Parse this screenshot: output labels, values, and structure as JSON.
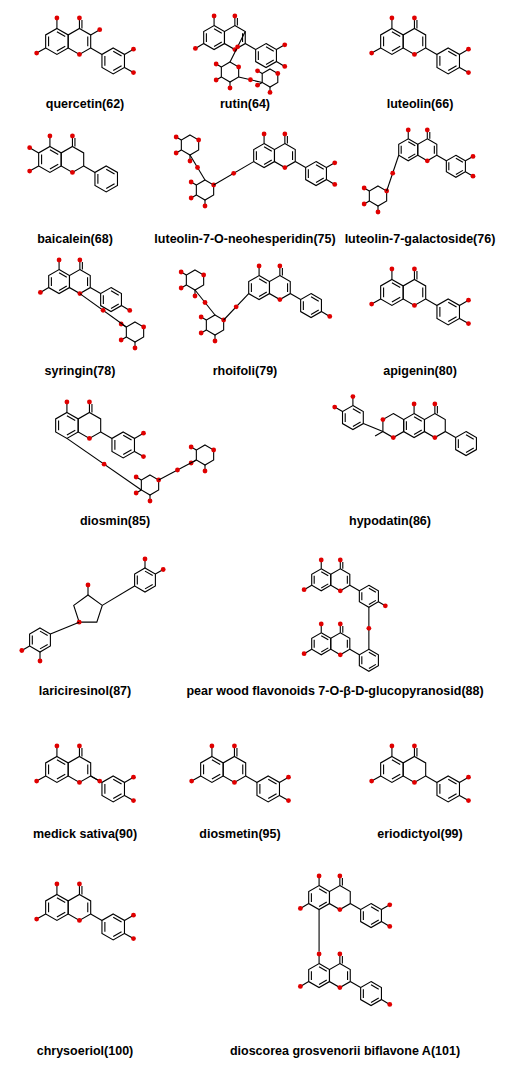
{
  "diagram": {
    "labels": [
      "quercetin(62)",
      "rutin(64)",
      "luteolin(66)",
      "baicalein(68)",
      "luteolin-7-O-neohesperidin(75)",
      "luteolin-7-galactoside(76)",
      "syringin(78)",
      "rhoifoli(79)",
      "apigenin(80)",
      "diosmin(85)",
      "hypodatin(86)",
      "lariciresinol(87)",
      "pear wood flavonoids 7-O-β-D-glucopyranosid(88)",
      "medick sativa(90)",
      "diosmetin(95)",
      "eriodictyol(99)",
      "chrysoeriol(100)",
      "dioscorea grosvenorii biflavone A(101)"
    ]
  }
}
